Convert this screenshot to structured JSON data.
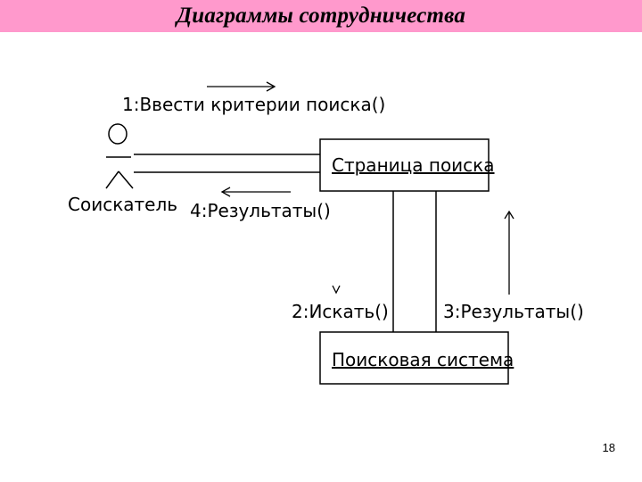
{
  "slide": {
    "title": "Диаграммы сотрудничества",
    "page_number": "18"
  },
  "actor": {
    "label": "Соискатель"
  },
  "objects": {
    "search_page": "Страница поиска",
    "search_system": "Поисковая система"
  },
  "messages": {
    "m1": "1:Ввести критерии поиска()",
    "m2": "2:Искать()",
    "m3": "3:Результаты()",
    "m4": "4:Результаты()"
  },
  "colors": {
    "title_bar": "#ff99cc"
  }
}
